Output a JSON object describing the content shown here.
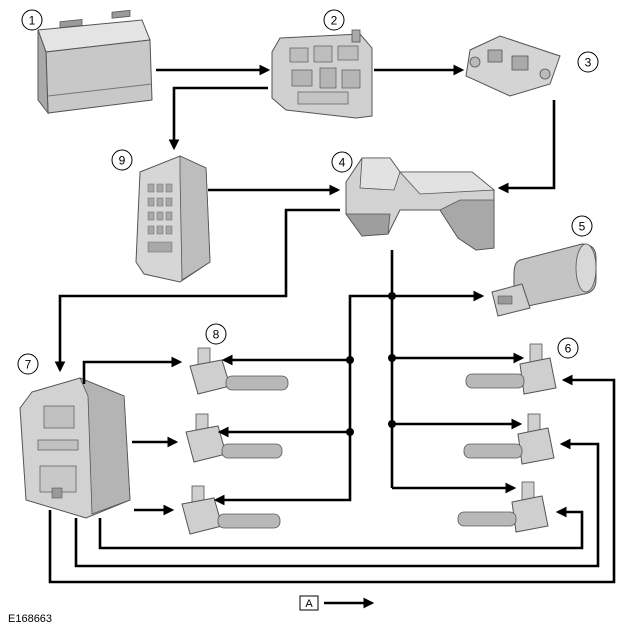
{
  "figure_ref": "E168663",
  "legend": {
    "key": "A"
  },
  "colors": {
    "part_fill": "#d4d4d4",
    "part_shade": "#a9a9a9",
    "part_dark": "#8a8a8a",
    "line": "#000000",
    "background": "#ffffff"
  },
  "callouts": [
    {
      "id": "1"
    },
    {
      "id": "2"
    },
    {
      "id": "3"
    },
    {
      "id": "4"
    },
    {
      "id": "5"
    },
    {
      "id": "6"
    },
    {
      "id": "7"
    },
    {
      "id": "8"
    },
    {
      "id": "9"
    }
  ],
  "components": [
    {
      "callout": "1",
      "icon": "battery-icon"
    },
    {
      "callout": "2",
      "icon": "junction-box-icon"
    },
    {
      "callout": "3",
      "icon": "fuse-block-icon"
    },
    {
      "callout": "4",
      "icon": "relay-box-icon"
    },
    {
      "callout": "5",
      "icon": "capacitor-icon"
    },
    {
      "callout": "6",
      "icon": "ignition-coil-icon"
    },
    {
      "callout": "7",
      "icon": "control-module-icon"
    },
    {
      "callout": "8",
      "icon": "ignition-coil-icon"
    },
    {
      "callout": "9",
      "icon": "fuse-box-icon"
    }
  ]
}
